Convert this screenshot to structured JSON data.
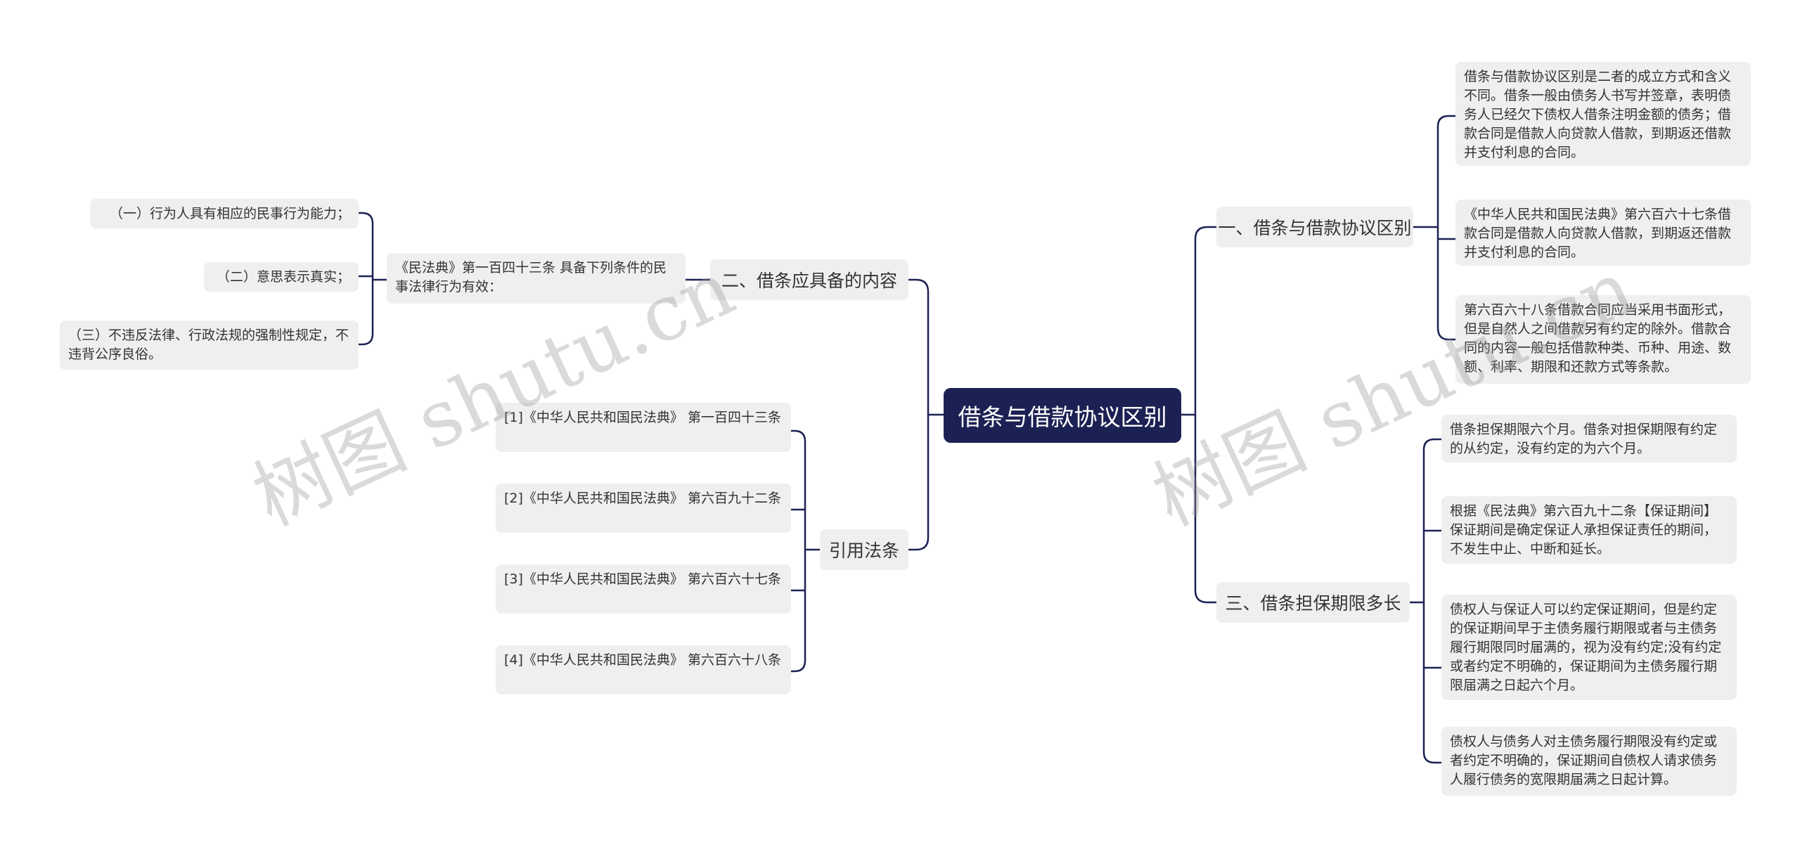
{
  "root": {
    "label": "借条与借款协议区别"
  },
  "branches": {
    "b1": {
      "label": "一、借条与借款协议区别",
      "items": [
        "借条与借款协议区别是二者的成立方式和含义不同。借条一般由债务人书写并签章，表明债务人已经欠下债权人借条注明金额的债务；借款合同是借款人向贷款人借款，到期返还借款并支付利息的合同。",
        "《中华人民共和国民法典》第六百六十七条借款合同是借款人向贷款人借款，到期返还借款并支付利息的合同。",
        "第六百六十八条借款合同应当采用书面形式，但是自然人之间借款另有约定的除外。借款合同的内容一般包括借款种类、币种、用途、数额、利率、期限和还款方式等条款。"
      ]
    },
    "b2": {
      "label": "二、借条应具备的内容",
      "sub": "《民法典》第一百四十三条 具备下列条件的民事法律行为有效：",
      "items": [
        "（一）行为人具有相应的民事行为能力；",
        "（二）意思表示真实；",
        "（三）不违反法律、行政法规的强制性规定，不违背公序良俗。"
      ]
    },
    "b3": {
      "label": "三、借条担保期限多长",
      "items": [
        "借条担保期限六个月。借条对担保期限有约定的从约定，没有约定的为六个月。",
        "根据《民法典》第六百九十二条【保证期间】保证期间是确定保证人承担保证责任的期间，不发生中止、中断和延长。",
        "债权人与保证人可以约定保证期间，但是约定的保证期间早于主债务履行期限或者与主债务履行期限同时届满的，视为没有约定;没有约定或者约定不明确的，保证期间为主债务履行期限届满之日起六个月。",
        "债权人与债务人对主债务履行期限没有约定或者约定不明确的，保证期间自债权人请求债务人履行债务的宽限期届满之日起计算。"
      ]
    },
    "b4": {
      "label": "引用法条",
      "items": [
        "[1]《中华人民共和国民法典》 第一百四十三条",
        "[2]《中华人民共和国民法典》 第六百九十二条",
        "[3]《中华人民共和国民法典》 第六百六十七条",
        "[4]《中华人民共和国民法典》 第六百六十八条"
      ]
    }
  },
  "watermarks": [
    "树图 shutu.cn",
    "树图 shutu.cn"
  ],
  "colors": {
    "root": "#1c2154",
    "line": "#1c2154",
    "node": "#efefef"
  }
}
